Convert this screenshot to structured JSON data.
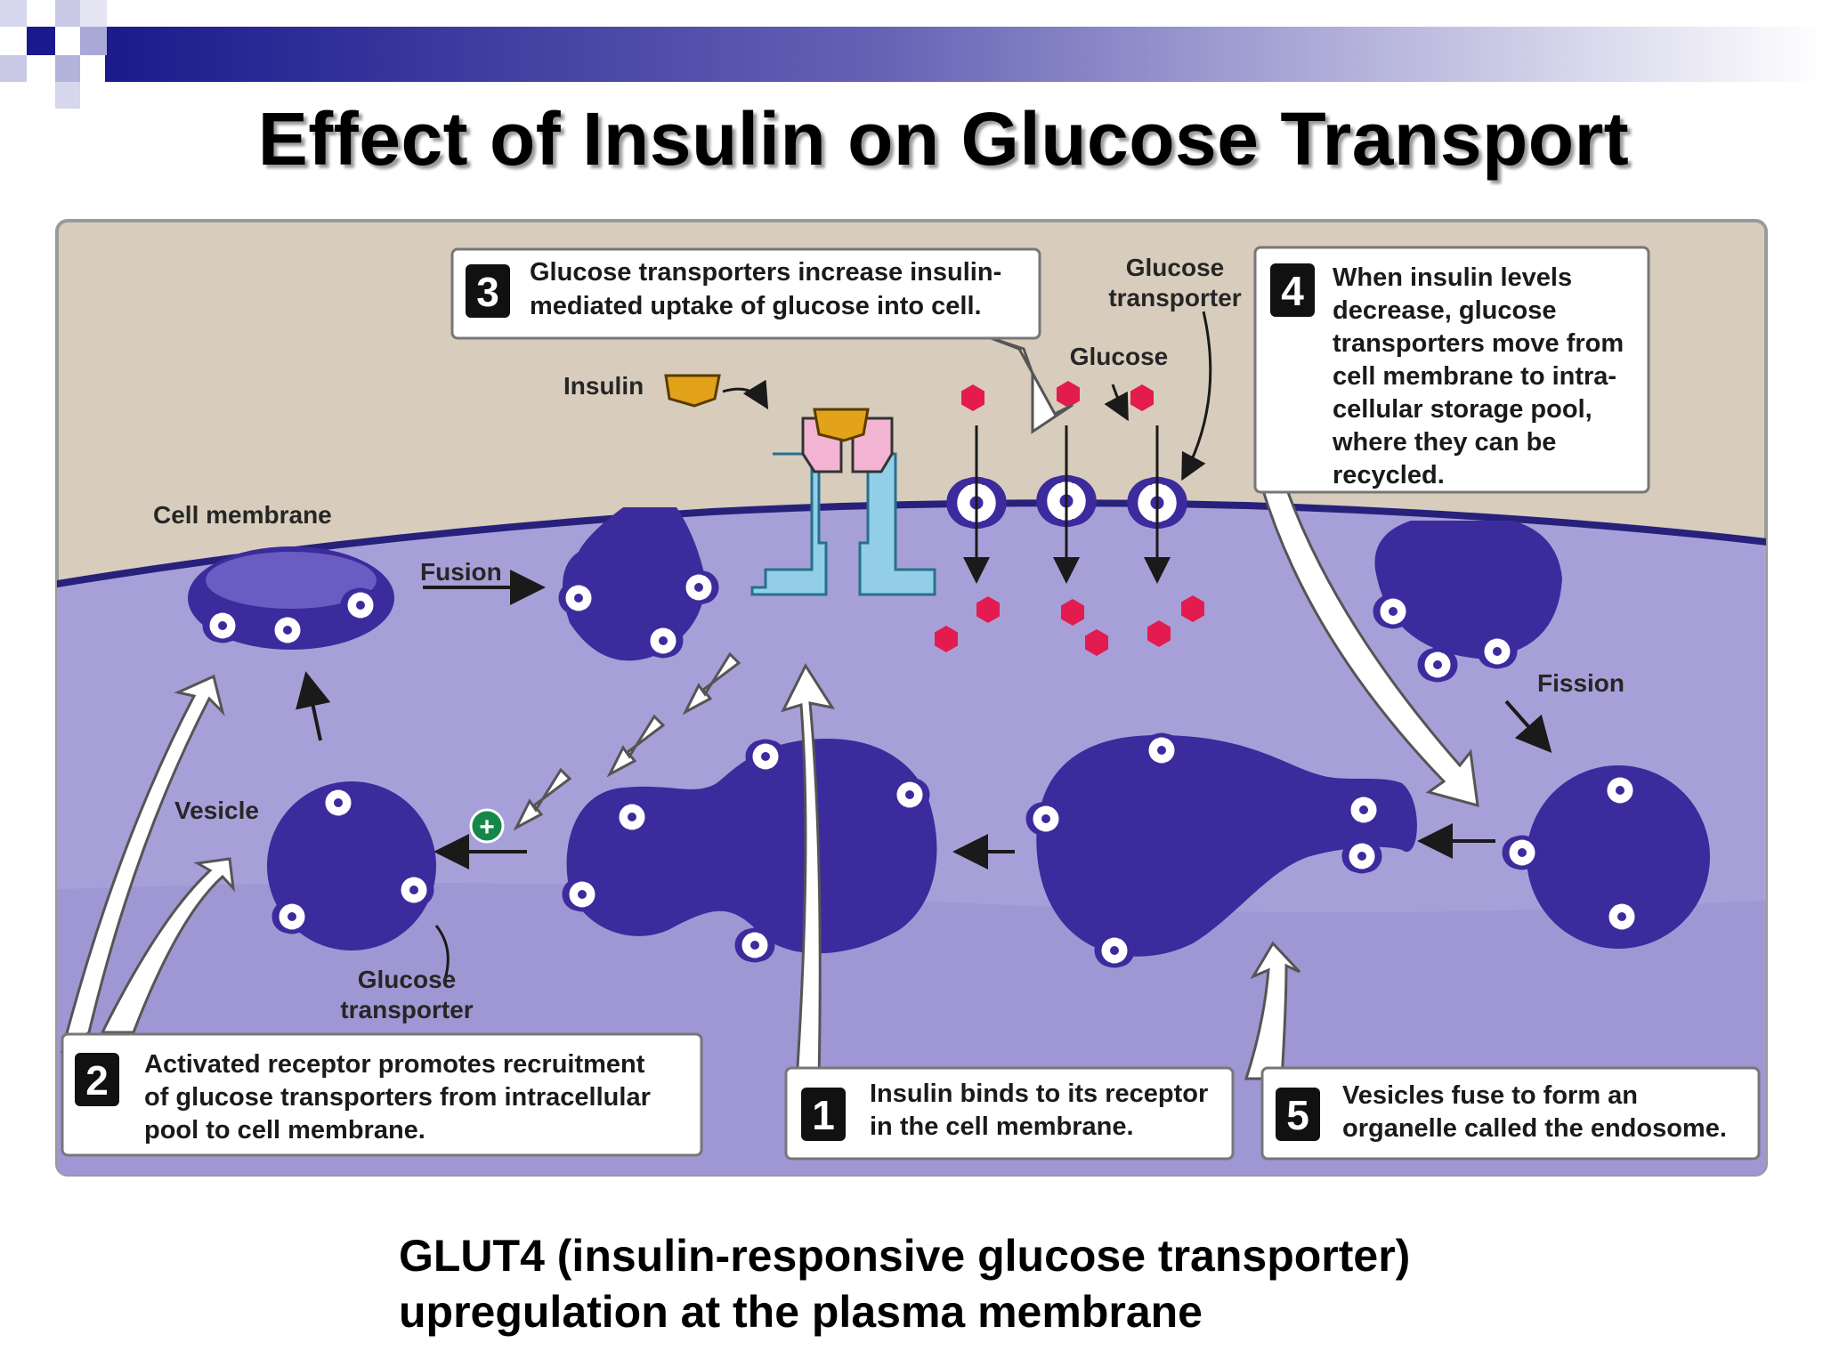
{
  "title": "Effect of Insulin on Glucose Transport",
  "caption": {
    "line1": "GLUT4 (insulin-responsive glucose transporter)",
    "line2": "upregulation at the plasma membrane"
  },
  "colors": {
    "header_dark": "#1b1a8c",
    "extracellular": "#d8cdbc",
    "cytoplasm": "#a7a0d8",
    "vesicle": "#3b2b9c",
    "receptor": "#92cfe6",
    "insulin": "#e2a21a",
    "glucose": "#e41b4f",
    "plus_badge": "#16874a"
  },
  "labels": {
    "cell_membrane": "Cell membrane",
    "fusion": "Fusion",
    "insulin": "Insulin",
    "glucose": "Glucose",
    "glucose_transporter_top_1": "Glucose",
    "glucose_transporter_top_2": "transporter",
    "vesicle": "Vesicle",
    "glucose_transporter_bottom_1": "Glucose",
    "glucose_transporter_bottom_2": "transporter",
    "fission": "Fission",
    "plus": "+"
  },
  "steps": [
    {
      "number": "1",
      "lines": [
        "Insulin binds to its receptor",
        "in the cell membrane."
      ]
    },
    {
      "number": "2",
      "lines": [
        "Activated receptor promotes recruitment",
        "of glucose transporters from intracellular",
        "pool to cell membrane."
      ]
    },
    {
      "number": "3",
      "lines": [
        "Glucose transporters increase insulin-",
        "mediated uptake of glucose into cell."
      ]
    },
    {
      "number": "4",
      "lines": [
        "When insulin levels",
        "decrease, glucose",
        "transporters move from",
        "cell membrane to intra-",
        "cellular storage pool,",
        "where they can be",
        "recycled."
      ]
    },
    {
      "number": "5",
      "lines": [
        "Vesicles fuse to form an",
        "organelle called the endosome."
      ]
    }
  ]
}
